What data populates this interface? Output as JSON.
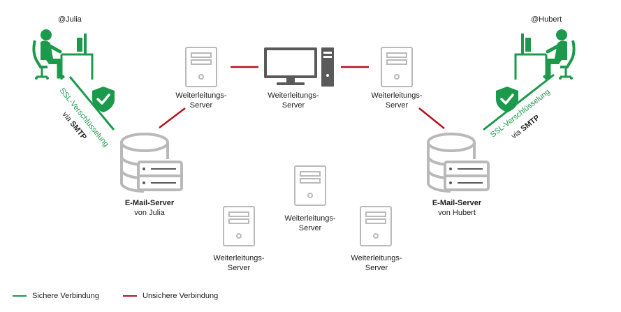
{
  "colors": {
    "secure": "#1a9a4a",
    "insecure": "#b3131d",
    "server": "#b9b9b9",
    "server_dark": "#5a5a5a",
    "text": "#222222"
  },
  "users": {
    "julia": {
      "handle": "@Julia"
    },
    "hubert": {
      "handle": "@Hubert"
    }
  },
  "secure_link": {
    "line1": "SSL-Verschlüsselung",
    "line2_prefix": "via",
    "line2_bold": "SMTP"
  },
  "mail_servers": {
    "julia": {
      "name": "E-Mail-Server",
      "sub": "von Julia"
    },
    "hubert": {
      "name": "E-Mail-Server",
      "sub": "von Hubert"
    }
  },
  "relay": {
    "line1": "Weiterleitungs-",
    "line2": "Server"
  },
  "legend": {
    "secure": "Sichere Verbindung",
    "insecure": "Unsichere Verbindung"
  },
  "icons": [
    "person-at-desk-icon",
    "shield-check-icon",
    "server-tower-icon",
    "database-server-icon",
    "desktop-computer-icon"
  ]
}
